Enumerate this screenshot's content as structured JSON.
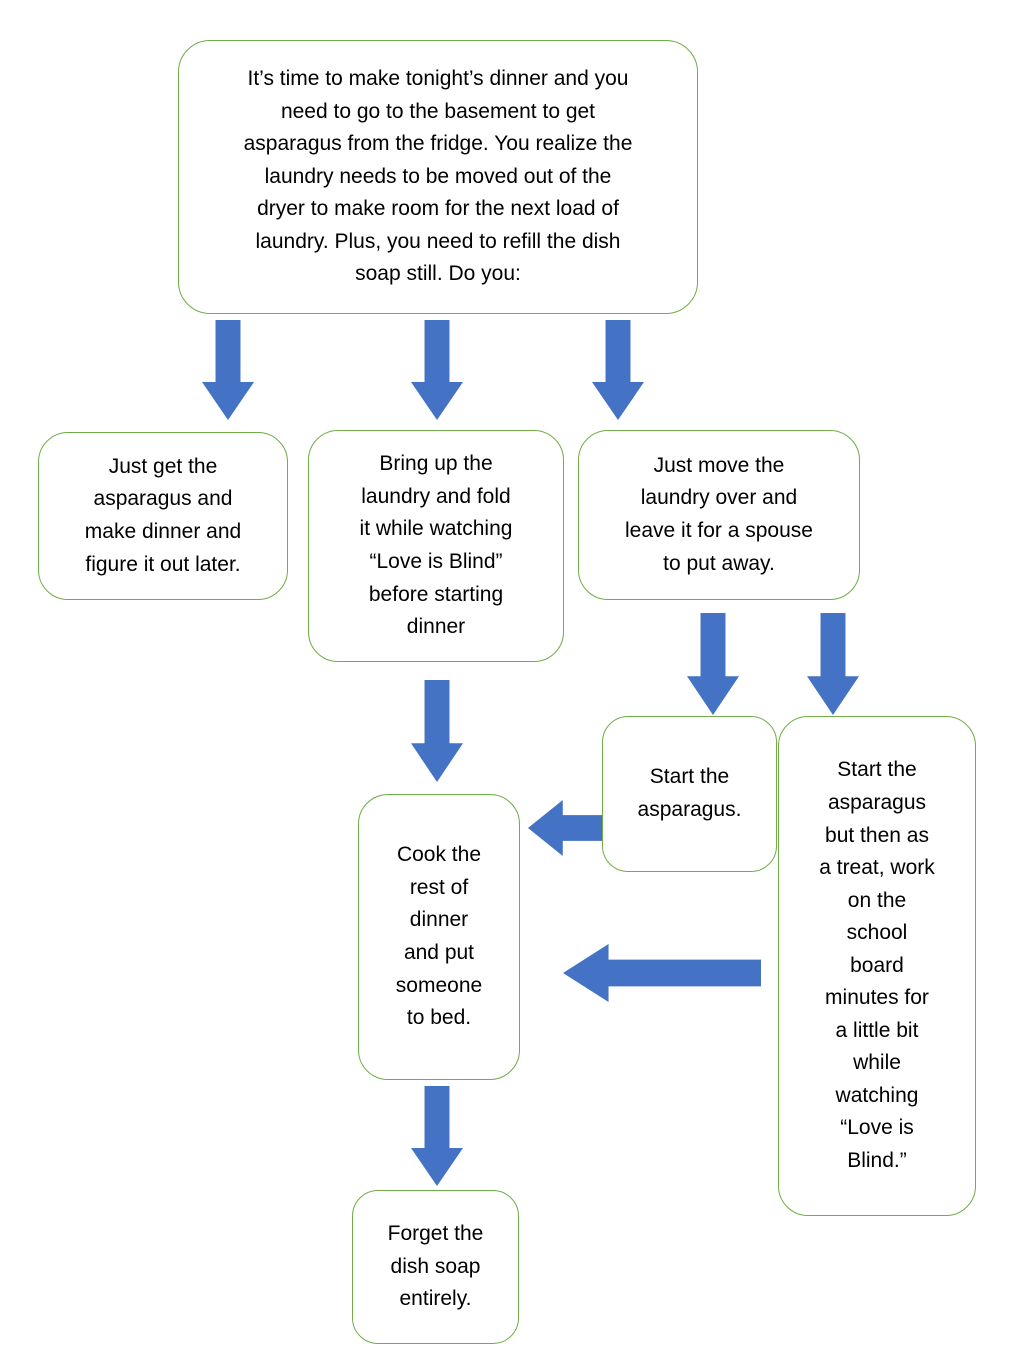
{
  "diagram": {
    "type": "flowchart",
    "colors": {
      "box_border": "#70AD47",
      "arrow": "#4472C4",
      "text": "#000000",
      "background": "#FFFFFF"
    },
    "nodes": {
      "intro": "It’s time to make tonight’s dinner and you\nneed to go to the basement to get\nasparagus from the fridge. You realize the\nlaundry needs to be moved out of the\ndryer to make room for the next load of\nlaundry. Plus, you need to refill the dish\nsoap still. Do you:",
      "get_asparagus": "Just get the\nasparagus and\nmake dinner and\nfigure it out later.",
      "fold_laundry": "Bring up the\nlaundry and fold\nit while watching\n“Love is Blind”\nbefore starting\ndinner",
      "move_laundry": "Just move the\nlaundry over and\nleave it for a spouse\nto put away.",
      "start_asparagus": "Start the\nasparagus.",
      "start_asparagus_treat": "Start the\nasparagus\nbut then as\na treat, work\non the\nschool\nboard\nminutes for\na little bit\nwhile\nwatching\n“Love is\nBlind.”",
      "cook_rest": "Cook the\nrest of\ndinner\nand put\nsomeone\nto bed.",
      "forget_soap": "Forget the\ndish soap\nentirely."
    },
    "edges": [
      {
        "from": "intro",
        "to": "get_asparagus"
      },
      {
        "from": "intro",
        "to": "fold_laundry"
      },
      {
        "from": "intro",
        "to": "move_laundry"
      },
      {
        "from": "fold_laundry",
        "to": "cook_rest"
      },
      {
        "from": "move_laundry",
        "to": "start_asparagus"
      },
      {
        "from": "move_laundry",
        "to": "start_asparagus_treat"
      },
      {
        "from": "start_asparagus",
        "to": "cook_rest"
      },
      {
        "from": "start_asparagus_treat",
        "to": "cook_rest"
      },
      {
        "from": "cook_rest",
        "to": "forget_soap"
      }
    ]
  }
}
